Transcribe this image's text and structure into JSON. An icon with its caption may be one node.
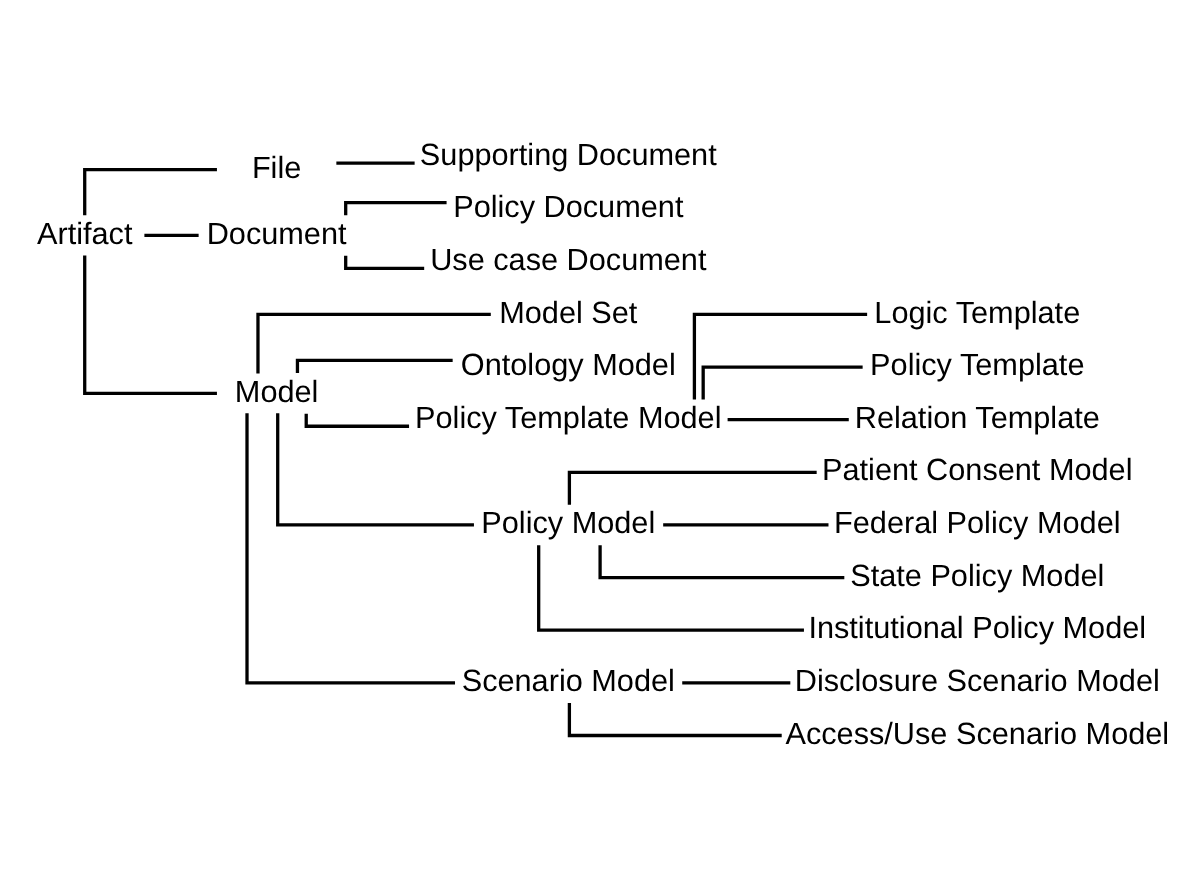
{
  "diagram": {
    "nodes": [
      {
        "text": [
          "Artifact"
        ]
      },
      {
        "text": [
          "File"
        ]
      },
      {
        "text": [
          "Supporting Document"
        ]
      },
      {
        "text": [
          "Document"
        ]
      },
      {
        "text": [
          "Policy Document"
        ]
      },
      {
        "text": [
          "Use case Document"
        ]
      },
      {
        "text": [
          "Model"
        ]
      },
      {
        "text": [
          "Model Set"
        ]
      },
      {
        "text": [
          "Ontology Model"
        ]
      },
      {
        "text": [
          "Policy Template Model"
        ]
      },
      {
        "text": [
          "Logic Template"
        ]
      },
      {
        "text": [
          "Policy Template"
        ]
      },
      {
        "text": [
          "Relation Template"
        ]
      },
      {
        "text": [
          "Policy Model"
        ]
      },
      {
        "text": [
          "Patient Consent Model"
        ]
      },
      {
        "text": [
          "Federal Policy Model"
        ]
      },
      {
        "text": [
          "State Policy Model"
        ]
      },
      {
        "text": [
          "Institutional Policy Model"
        ]
      },
      {
        "text": [
          "Scenario Model"
        ]
      },
      {
        "text": [
          "Disclosure Scenario Model"
        ]
      },
      {
        "text": [
          "Access/Use Scenario Model"
        ]
      }
    ],
    "edges": [
      {
        "from": 0,
        "to": 1,
        "arrow": "none"
      },
      {
        "from": 1,
        "to": 2,
        "arrow": "none"
      },
      {
        "from": 0,
        "to": 3,
        "arrow": "none"
      },
      {
        "from": 3,
        "to": 4,
        "arrow": "none"
      },
      {
        "from": 3,
        "to": 5,
        "arrow": "none"
      },
      {
        "from": 0,
        "to": 6,
        "arrow": "none"
      },
      {
        "from": 6,
        "to": 7,
        "arrow": "none"
      },
      {
        "from": 6,
        "to": 8,
        "arrow": "none"
      },
      {
        "from": 6,
        "to": 9,
        "arrow": "none"
      },
      {
        "from": 9,
        "to": 10,
        "arrow": "none"
      },
      {
        "from": 9,
        "to": 11,
        "arrow": "none"
      },
      {
        "from": 9,
        "to": 12,
        "arrow": "none"
      },
      {
        "from": 6,
        "to": 13,
        "arrow": "none"
      },
      {
        "from": 13,
        "to": 14,
        "arrow": "none"
      },
      {
        "from": 13,
        "to": 15,
        "arrow": "none"
      },
      {
        "from": 13,
        "to": 16,
        "arrow": "none"
      },
      {
        "from": 13,
        "to": 17,
        "arrow": "none"
      },
      {
        "from": 6,
        "to": 18,
        "arrow": "none"
      },
      {
        "from": 18,
        "to": 19,
        "arrow": "none"
      },
      {
        "from": 18,
        "to": 20,
        "arrow": "none"
      }
    ]
  }
}
